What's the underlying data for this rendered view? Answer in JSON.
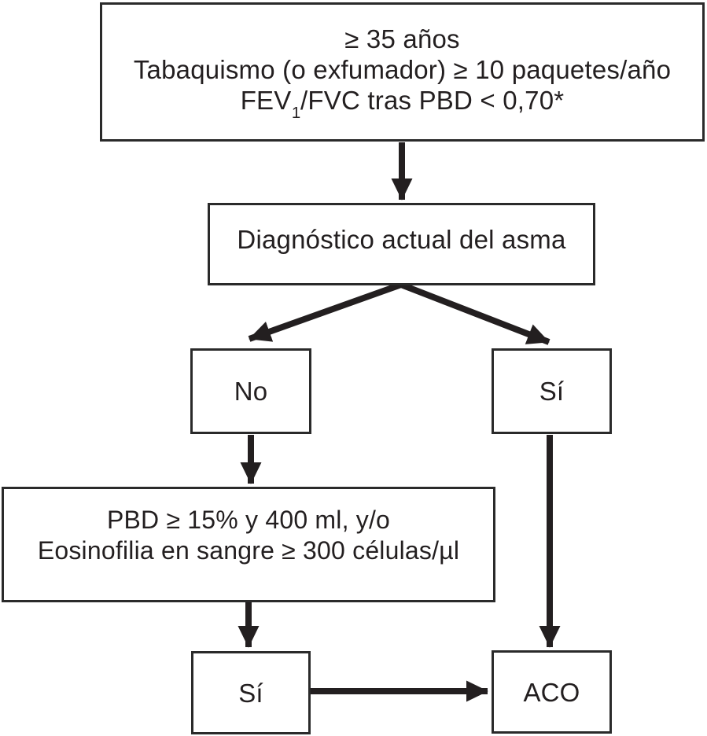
{
  "flowchart": {
    "criteria_box": {
      "line1": "≥ 35 años",
      "line2": "Tabaquismo (o exfumador) ≥ 10 paquetes/año",
      "line3_pre": "FEV",
      "line3_sub": "1",
      "line3_post": "/FVC tras PBD < 0,70*"
    },
    "diagnosis_box": {
      "label": "Diagnóstico actual del asma"
    },
    "no_box": {
      "label": "No"
    },
    "si_right_box": {
      "label": "Sí"
    },
    "pbd_box": {
      "line1": "PBD ≥ 15% y 400 ml, y/o",
      "line2": "Eosinofilia en sangre ≥ 300 células/µl"
    },
    "si_bottom_box": {
      "label": "Sí"
    },
    "aco_box": {
      "label": "ACO"
    }
  },
  "colors": {
    "line": "#231f20",
    "box_border": "#2a2a2a",
    "background": "#ffffff"
  }
}
